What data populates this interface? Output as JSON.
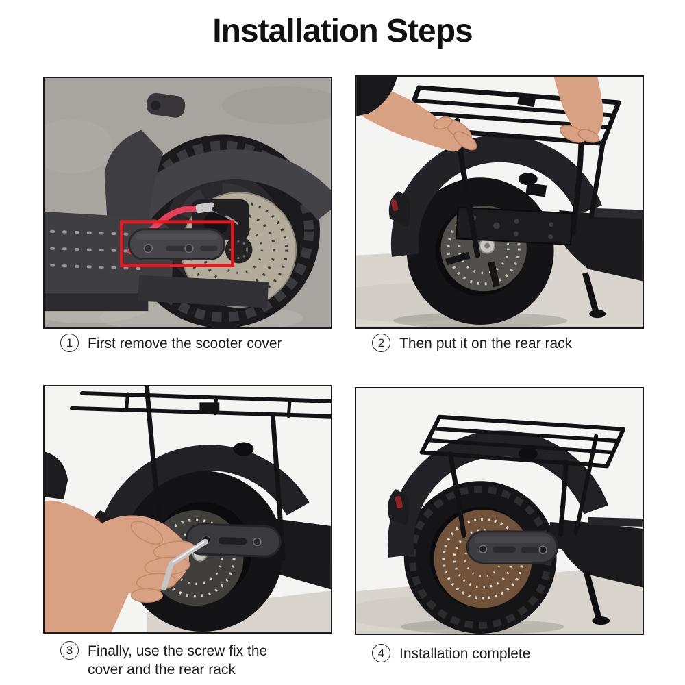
{
  "page": {
    "title": "Installation Steps"
  },
  "steps": [
    {
      "number": "1",
      "caption": "First remove the scooter cover"
    },
    {
      "number": "2",
      "caption": "Then put it on the rear rack"
    },
    {
      "number": "3",
      "caption": "Finally, use the screw fix the cover and the rear rack"
    },
    {
      "number": "4",
      "caption": "Installation complete"
    }
  ],
  "colors": {
    "highlight_red": "#e01c24",
    "cable_red": "#e5405a",
    "reflector_red": "#8c2127",
    "skin": "#d9a184",
    "rotor_silver": "#b4ac9a",
    "rotor_rust": "#70523a",
    "concrete_gray": "#a8a5a1",
    "studio_floor": "#d9d5ce",
    "studio_bg": "#f4f4f3",
    "scooter_black": "#18181b",
    "text": "#1c1c1c"
  }
}
